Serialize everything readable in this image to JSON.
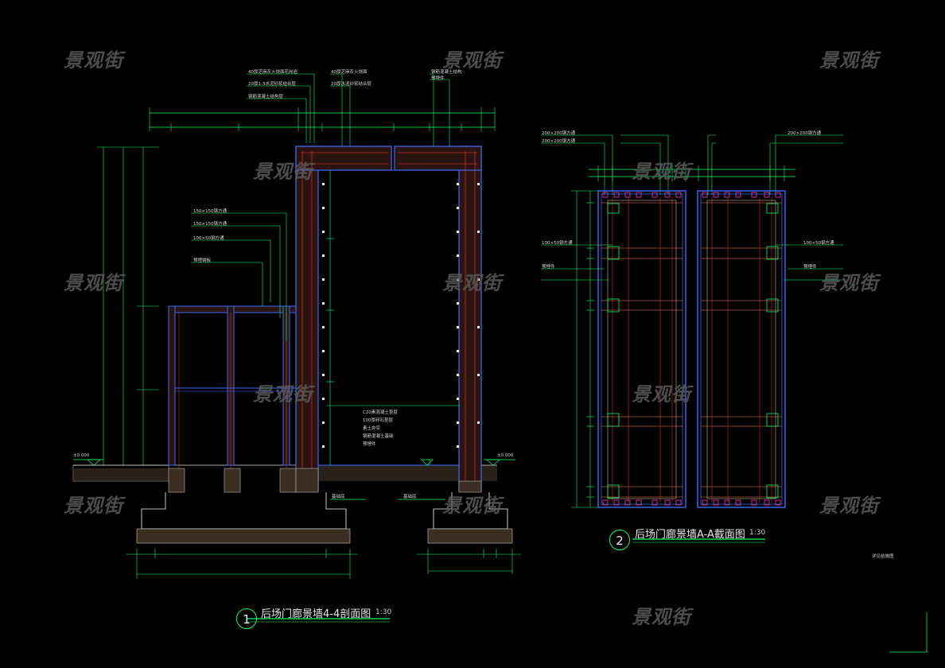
{
  "watermark": "景观街",
  "drawing1": {
    "number": "1",
    "title": "后场门廊景墙4-4剖面图",
    "scale": "1:30",
    "callouts_top": [
      "40厚芝麻灰火烧面花岗岩",
      "20厚1:3水泥砂浆结合层",
      "钢筋混凝土结构层"
    ],
    "callouts_mid": [
      "40厚芝麻灰火烧面",
      "20厚水泥砂浆结合层",
      "钢筋混凝土结构",
      "预埋件"
    ],
    "callouts_left": [
      "150×150钢方通",
      "150×150钢方通",
      "100×50钢方通",
      "预埋钢板"
    ],
    "section_notes": [
      "C20素混凝土垫层",
      "100厚碎石垫层",
      "素土夯实",
      "钢筋混凝土基础",
      "预埋件"
    ],
    "elev_labels": [
      "±0.000",
      "±0.000",
      "基础底",
      "基础底"
    ]
  },
  "drawing2": {
    "number": "2",
    "title": "后场门廊景墙A-A截面图",
    "scale": "1:30",
    "callouts_left": [
      "200×200钢方通",
      "200×200钢方通",
      "100×50钢方通",
      "预埋件"
    ],
    "callouts_right": [
      "200×200钢方通",
      "100×50钢方通",
      "预埋件"
    ],
    "foot_note": "详见结施图"
  }
}
